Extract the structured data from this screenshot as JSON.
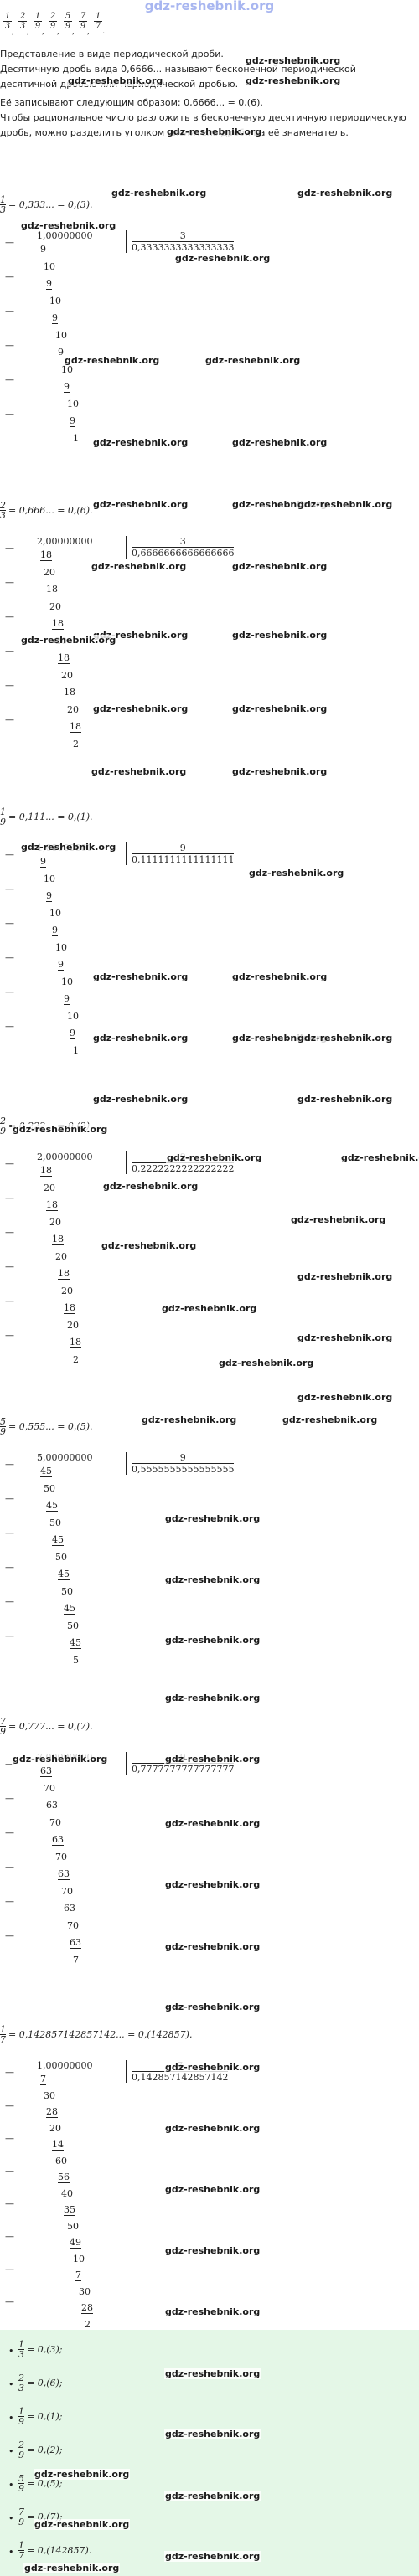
{
  "watermark": "gdz-reshebnik.org",
  "fractions_list": [
    {
      "num": "1",
      "den": "3"
    },
    {
      "num": "2",
      "den": "3"
    },
    {
      "num": "1",
      "den": "9"
    },
    {
      "num": "2",
      "den": "9"
    },
    {
      "num": "5",
      "den": "9"
    },
    {
      "num": "7",
      "den": "9"
    },
    {
      "num": "1",
      "den": "7"
    }
  ],
  "intro": {
    "p1": "Представление в виде периодической дроби.",
    "p2": "Десятичную дробь вида 0,6666... называют бесконечной периодической десятичной дробью или периодической дробью.",
    "p3": "Её записывают следующим образом: 0,6666... = 0,(6).",
    "p4": "Чтобы рациональное число разложить в бесконечную десятичную периодическую дробь, можно разделить уголком числитель дроби на её знаменатель."
  },
  "divisions": [
    {
      "num": "1",
      "den": "3",
      "result": "= 0,333... = 0,(3).",
      "dividend": "1,00000000",
      "divisor": "3",
      "quotient": "0,3333333333333333",
      "steps": [
        "9",
        "10",
        "9",
        "10",
        "9",
        "10",
        "9",
        "10",
        "9",
        "10",
        "9",
        "1"
      ]
    },
    {
      "num": "2",
      "den": "3",
      "result": "= 0,666... = 0,(6).",
      "dividend": "2,00000000",
      "divisor": "3",
      "quotient": "0,6666666666666666",
      "steps": [
        "18",
        "20",
        "18",
        "20",
        "18",
        "20",
        "18",
        "20",
        "18",
        "20",
        "18",
        "2"
      ]
    },
    {
      "num": "1",
      "den": "9",
      "result": "= 0,111... = 0,(1).",
      "dividend": "1,00000000",
      "divisor": "9",
      "quotient": "0,1111111111111111",
      "steps": [
        "9",
        "10",
        "9",
        "10",
        "9",
        "10",
        "9",
        "10",
        "9",
        "10",
        "9",
        "1"
      ]
    },
    {
      "num": "2",
      "den": "9",
      "result": "= 0,222... = 0,(2).",
      "dividend": "2,00000000",
      "divisor": "9",
      "quotient": "0,2222222222222222",
      "steps": [
        "18",
        "20",
        "18",
        "20",
        "18",
        "20",
        "18",
        "20",
        "18",
        "20",
        "18",
        "2"
      ]
    },
    {
      "num": "5",
      "den": "9",
      "result": "= 0,555... = 0,(5).",
      "dividend": "5,00000000",
      "divisor": "9",
      "quotient": "0,5555555555555555",
      "steps": [
        "45",
        "50",
        "45",
        "50",
        "45",
        "50",
        "45",
        "50",
        "45",
        "50",
        "45",
        "5"
      ]
    },
    {
      "num": "7",
      "den": "9",
      "result": "= 0,777... = 0,(7).",
      "dividend": "7,00000000",
      "divisor": "9",
      "quotient": "0,7777777777777777",
      "steps": [
        "63",
        "70",
        "63",
        "70",
        "63",
        "70",
        "63",
        "70",
        "63",
        "70",
        "63",
        "7"
      ]
    },
    {
      "num": "1",
      "den": "7",
      "result": "= 0,142857142857142... = 0,(142857).",
      "dividend": "1,00000000",
      "divisor": "7",
      "quotient": "0,142857142857142",
      "steps": [
        "7",
        "30",
        "28",
        "20",
        "14",
        "60",
        "56",
        "40",
        "35",
        "50",
        "49",
        "10",
        "7",
        "30",
        "28",
        "2"
      ]
    }
  ],
  "summary": [
    {
      "num": "1",
      "den": "3",
      "val": "= 0,(3);"
    },
    {
      "num": "2",
      "den": "3",
      "val": "= 0,(6);"
    },
    {
      "num": "1",
      "den": "9",
      "val": "= 0,(1);"
    },
    {
      "num": "2",
      "den": "9",
      "val": "= 0,(2);"
    },
    {
      "num": "5",
      "den": "9",
      "val": "= 0,(5);"
    },
    {
      "num": "7",
      "den": "9",
      "val": "= 0,(7);"
    },
    {
      "num": "1",
      "den": "7",
      "val": "= 0,(142857)."
    }
  ]
}
